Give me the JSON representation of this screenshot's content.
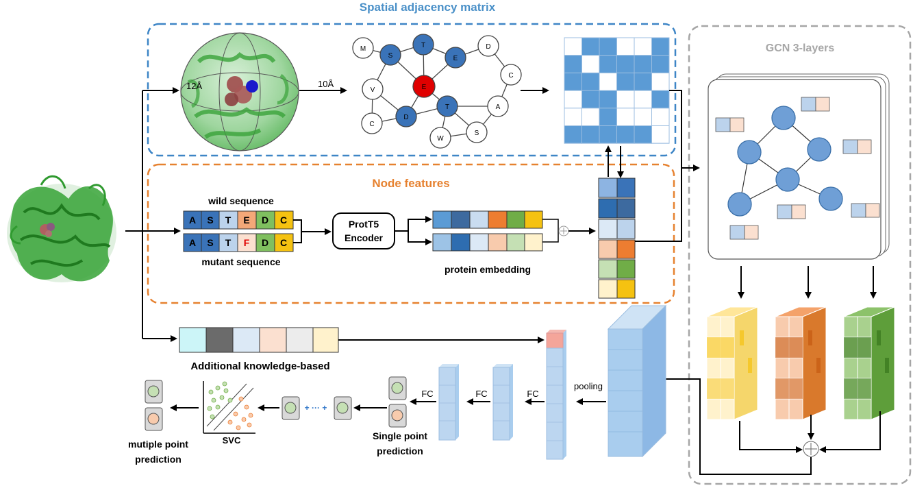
{
  "sections": {
    "spatial_title": "Spatial adjacency matrix",
    "node_title": "Node features",
    "gcn_title": "GCN 3-layers"
  },
  "labels": {
    "radius_12": "12Å",
    "radius_10": "10Å",
    "wild_sequence": "wild sequence",
    "mutant_sequence": "mutant sequence",
    "encoder_line1": "ProtT5",
    "encoder_line2": "Encoder",
    "protein_embedding": "protein embedding",
    "additional": "Additional knowledge-based",
    "pooling": "pooling",
    "fc1": "FC",
    "fc2": "FC",
    "fc3": "FC",
    "single_line1": "Single point",
    "single_line2": "prediction",
    "multi_line1": "mutiple point",
    "multi_line2": "prediction",
    "svc": "SVC",
    "ellipsis": "+ ··· +"
  },
  "wild_seq": [
    "A",
    "S",
    "T",
    "E",
    "D",
    "C"
  ],
  "mutant_seq": [
    "A",
    "S",
    "T",
    "F",
    "D",
    "C"
  ],
  "graph_nodes": [
    "M",
    "S",
    "T",
    "E",
    "D",
    "C",
    "V",
    "E",
    "C",
    "D",
    "T",
    "A",
    "W",
    "S"
  ],
  "colors": {
    "spatial_border": "#3d85c6",
    "node_border": "#e6812f",
    "gcn_border": "#a6a6a6",
    "node_blue": "#3a73b8",
    "node_red": "#e00000",
    "cell_blue": "#5b9bd5",
    "green": "#2e9a2e"
  }
}
